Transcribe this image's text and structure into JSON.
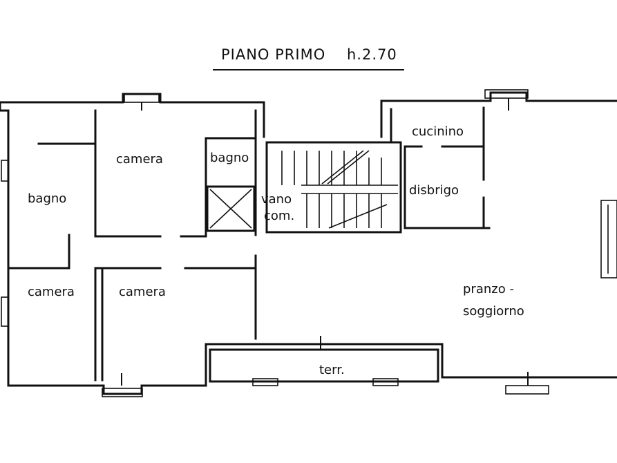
{
  "title": {
    "name": "PIANO PRIMO",
    "height": "h.2.70"
  },
  "rooms": {
    "camera_1": "camera",
    "bagno_1": "bagno",
    "bagno_2": "bagno",
    "camera_2": "camera",
    "camera_3": "camera",
    "vano_com_1": "vano",
    "vano_com_2": "com.",
    "cucinino": "cucinino",
    "disbrigo": "disbrigo",
    "pranzo_soggiorno_1": "pranzo -",
    "pranzo_soggiorno_2": "soggiorno",
    "terrazzo": "terr."
  }
}
